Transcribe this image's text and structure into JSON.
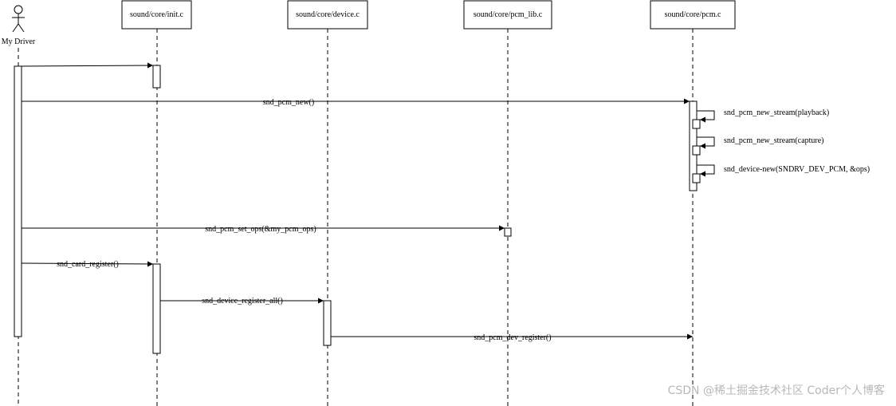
{
  "actor": {
    "label": "My Driver"
  },
  "lifelines": [
    {
      "id": "init",
      "label": "sound/core/init.c"
    },
    {
      "id": "device",
      "label": "sound/core/device.c"
    },
    {
      "id": "pcm_lib",
      "label": "sound/core/pcm_lib.c"
    },
    {
      "id": "pcm",
      "label": "sound/core/pcm.c"
    }
  ],
  "messages": [
    {
      "id": "call-init",
      "from": "driver",
      "to": "init",
      "label": ""
    },
    {
      "id": "snd-pcm-new",
      "from": "driver",
      "to": "pcm",
      "label": "snd_pcm_new()"
    },
    {
      "id": "new-stream-playback",
      "from": "pcm",
      "to": "pcm",
      "label": "snd_pcm_new_stream(playback)"
    },
    {
      "id": "new-stream-capture",
      "from": "pcm",
      "to": "pcm",
      "label": "snd_pcm_new_stream(capture)"
    },
    {
      "id": "device-new",
      "from": "pcm",
      "to": "pcm",
      "label": "snd_device-new(SNDRV_DEV_PCM, &ops)"
    },
    {
      "id": "set-ops",
      "from": "driver",
      "to": "pcm_lib",
      "label": "snd_pcm_set_ops(&my_pcm_ops)"
    },
    {
      "id": "card-register",
      "from": "driver",
      "to": "init",
      "label": "snd_card_register()"
    },
    {
      "id": "device-register-all",
      "from": "init",
      "to": "device",
      "label": "snd_device_register_all()"
    },
    {
      "id": "pcm-dev-register",
      "from": "device",
      "to": "pcm",
      "label": "snd_pcm_dev_register()"
    }
  ],
  "watermark": "CSDN @稀土掘金技术社区 Coder个人博客"
}
